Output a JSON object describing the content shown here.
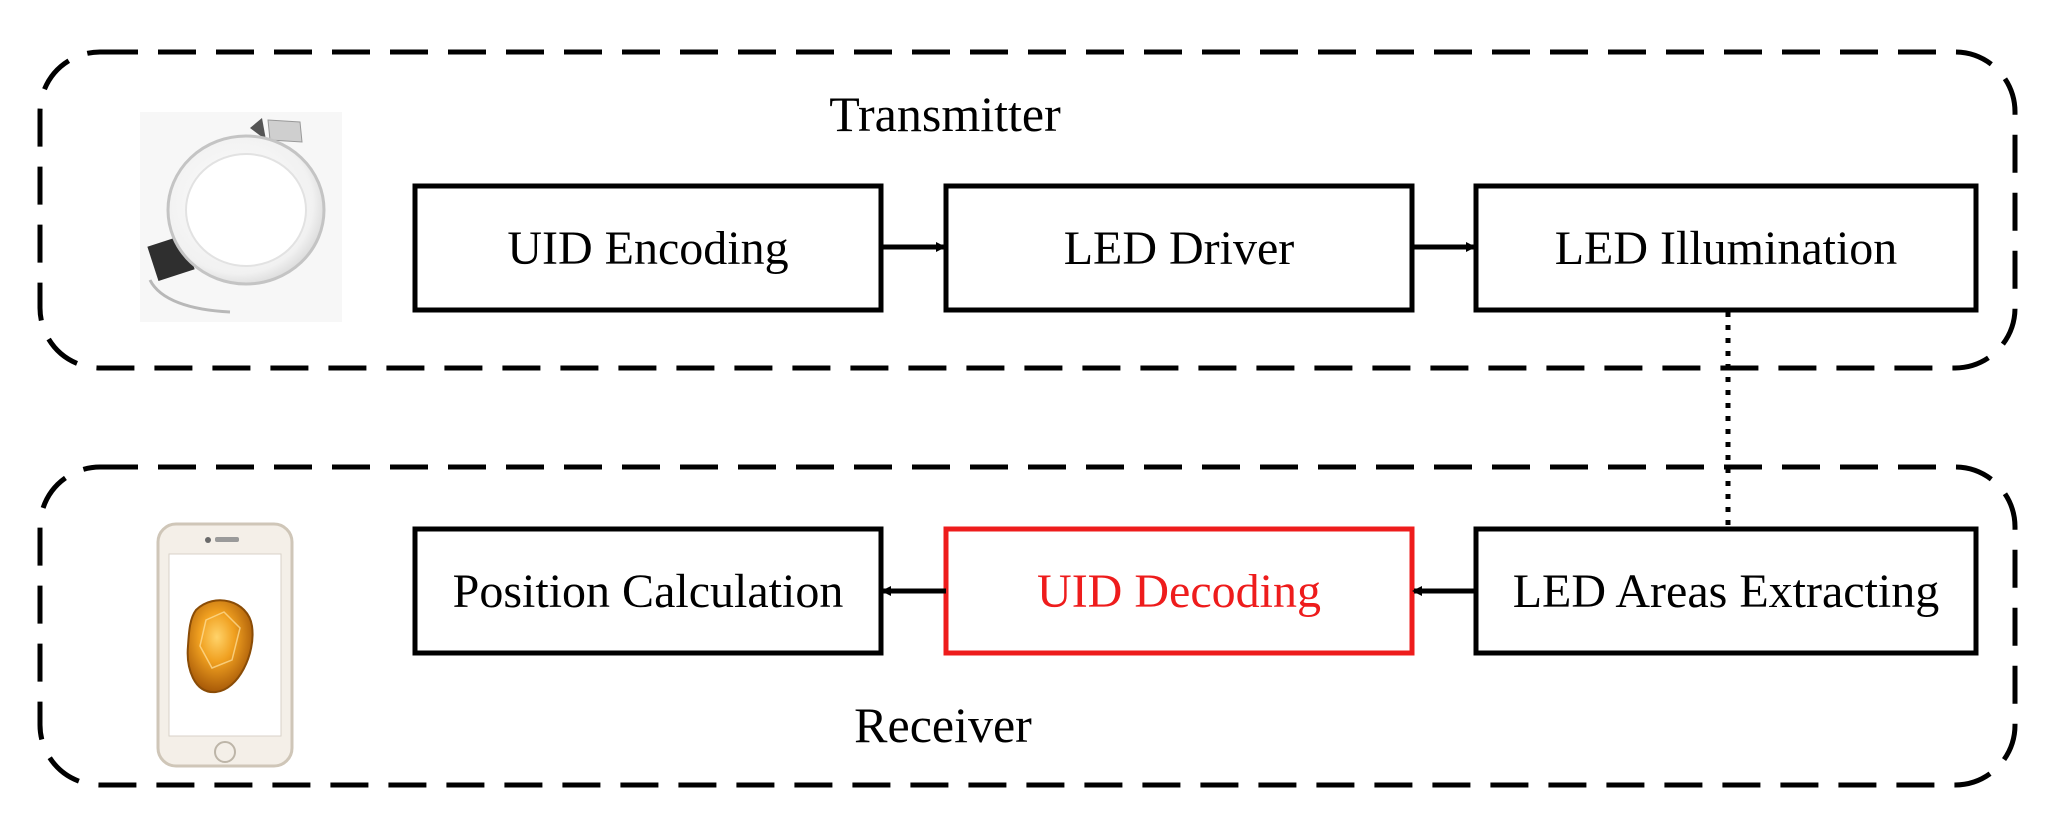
{
  "transmitter": {
    "title": "Transmitter",
    "device_icon": "led-panel-light-icon",
    "blocks": [
      {
        "id": "uid-encoding",
        "label": "UID Encoding"
      },
      {
        "id": "led-driver",
        "label": "LED Driver"
      },
      {
        "id": "led-illumination",
        "label": "LED Illumination"
      }
    ]
  },
  "receiver": {
    "title": "Receiver",
    "device_icon": "smartphone-icon",
    "blocks": [
      {
        "id": "position-calculation",
        "label": "Position Calculation"
      },
      {
        "id": "uid-decoding",
        "label": "UID Decoding",
        "highlight": true
      },
      {
        "id": "led-areas-extracting",
        "label": "LED Areas Extracting"
      }
    ]
  },
  "colors": {
    "stroke": "#000000",
    "highlight": "#ee1c1c",
    "background": "#ffffff"
  }
}
